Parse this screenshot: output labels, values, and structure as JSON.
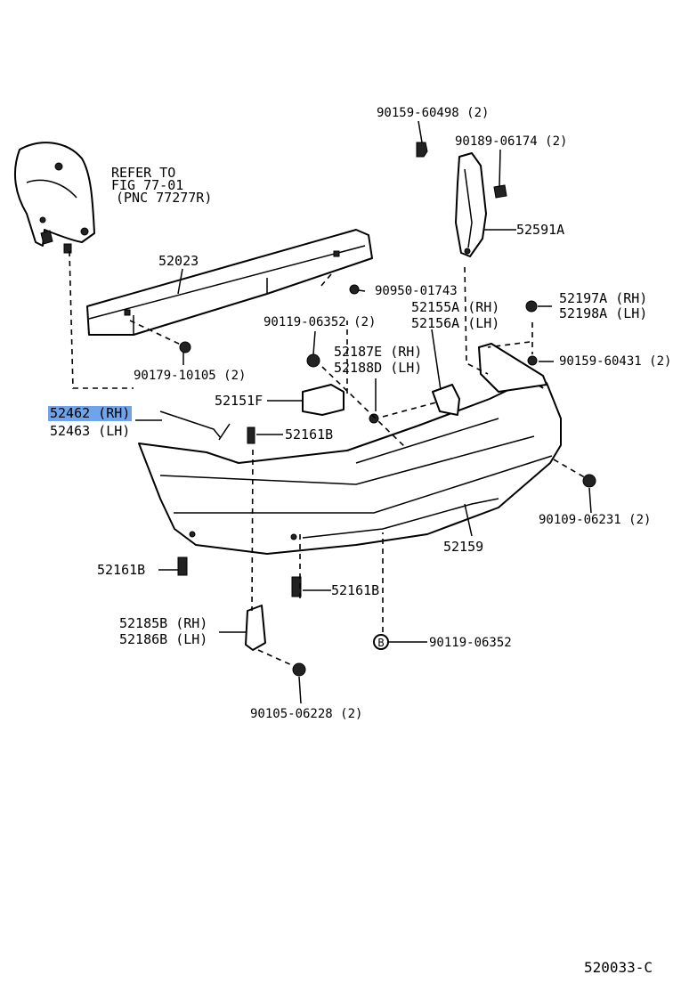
{
  "diagram_id": "520033-C",
  "labels": {
    "refer_line1": "REFER TO",
    "refer_line2": "FIG 77-01",
    "refer_line3": "(PNC 77277R)",
    "p90159_60498": "90159-60498 (2)",
    "p90189_06174": "90189-06174 (2)",
    "p52591A": "52591A",
    "p52023": "52023",
    "p90950_01743": "90950-01743",
    "p52155A": "52155A (RH)",
    "p52156A": "52156A (LH)",
    "p52197A": "52197A (RH)",
    "p52198A": "52198A (LH)",
    "p90119_06352_2": "90119-06352 (2)",
    "p52187E": "52187E (RH)",
    "p52188D": "52188D (LH)",
    "p90159_60431": "90159-60431 (2)",
    "p90179_10105": "90179-10105 (2)",
    "p52151F": "52151F",
    "p52462": "52462 (RH)",
    "p52463": "52463 (LH)",
    "p52161B_top": "52161B",
    "p90109_06231": "90109-06231 (2)",
    "p52159": "52159",
    "p52161B_left": "52161B",
    "p52161B_mid": "52161B",
    "p52185B": "52185B (RH)",
    "p52186B": "52186B (LH)",
    "p90119_06352": "90119-06352",
    "p90105_06228": "90105-06228 (2)"
  },
  "colors": {
    "highlight": "#6fa3ea",
    "ink": "#000000",
    "background": "#ffffff"
  }
}
